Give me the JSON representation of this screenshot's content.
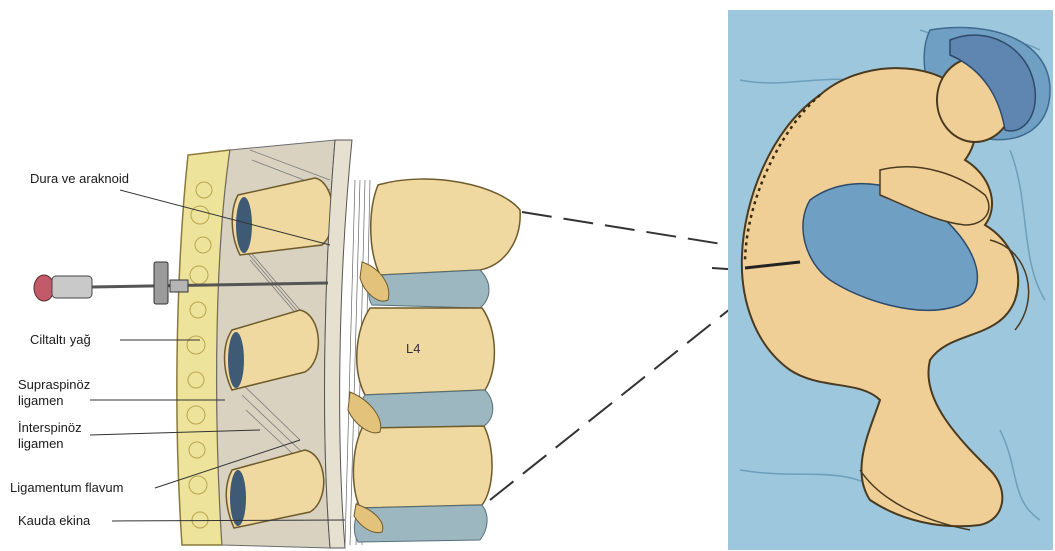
{
  "labels": {
    "dura": "Dura ve araknoid",
    "ciltalti": "Ciltaltı yağ",
    "supraspinoz_1": "Supraspinöz",
    "supraspinoz_2": "ligamen",
    "interspinoz_1": "İnterspinöz",
    "interspinoz_2": "ligamen",
    "flavum": "Ligamentum flavum",
    "kauda": "Kauda ekina",
    "vertebra": "L4"
  },
  "colors": {
    "bone": "#efd9a0",
    "bone_shade": "#d6b96e",
    "fat": "#eee39a",
    "skin": "#f0cf97",
    "bed": "#9cc7dc",
    "pillow": "#6f9fc2",
    "hair": "#5f86b0",
    "disc": "#9db7c0",
    "needle_cap": "#c25a6a"
  }
}
